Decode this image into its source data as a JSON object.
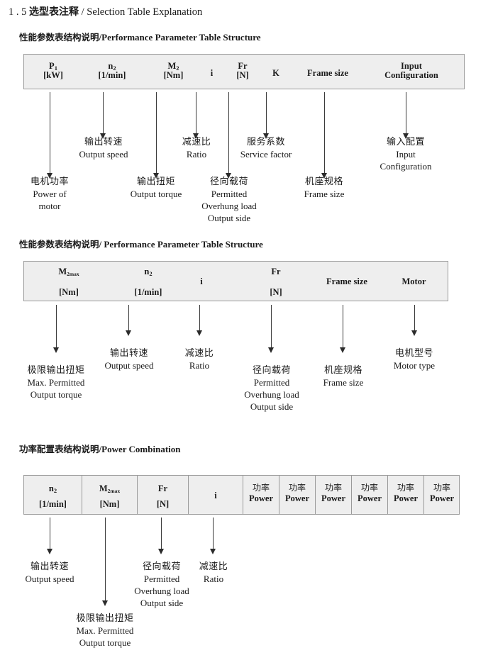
{
  "document": {
    "title_number": "1 . 5",
    "title_cn": "选型表注释",
    "title_sep": "/",
    "title_en": "Selection Table Explanation"
  },
  "sections": [
    {
      "heading_cn": "性能参数表结构说明",
      "heading_sep": "/",
      "heading_en": "Performance Parameter Table Structure",
      "table": {
        "columns": [
          {
            "line1": "P",
            "sub1": "1",
            "line2": "[kW]"
          },
          {
            "line1": "n",
            "sub1": "2",
            "line2": "[1/min]"
          },
          {
            "line1": "M",
            "sub1": "2",
            "line2": "[Nm]"
          },
          {
            "line1": "i",
            "sub1": "",
            "line2": ""
          },
          {
            "line1": "Fr",
            "sub1": "",
            "line2": "[N]"
          },
          {
            "line1": "K",
            "sub1": "",
            "line2": ""
          },
          {
            "line1": "Frame size",
            "sub1": "",
            "line2": ""
          },
          {
            "line1": "Input",
            "sub1": "",
            "line2": "Configuration"
          }
        ]
      },
      "annotations": [
        {
          "cn": "电机功率",
          "en": [
            "Power of",
            "motor"
          ]
        },
        {
          "cn": "输出转速",
          "en": [
            "Output speed"
          ]
        },
        {
          "cn": "输出扭矩",
          "en": [
            "Output torque"
          ]
        },
        {
          "cn": "减速比",
          "en": [
            "Ratio"
          ]
        },
        {
          "cn": "径向载荷",
          "en": [
            "Permitted",
            "Overhung load",
            "Output side"
          ]
        },
        {
          "cn": "服务系数",
          "en": [
            "Service factor"
          ]
        },
        {
          "cn": "机座规格",
          "en": [
            "Frame size"
          ]
        },
        {
          "cn": "输入配置",
          "en": [
            "Input",
            "Configuration"
          ]
        }
      ]
    },
    {
      "heading_cn": "性能参数表结构说明",
      "heading_sep": "/",
      "heading_en": "Performance Parameter Table Structure",
      "table": {
        "columns": [
          {
            "line1": "M",
            "sub1": "2max",
            "line2": "[Nm]"
          },
          {
            "line1": "n",
            "sub1": "2",
            "line2": "[1/min]"
          },
          {
            "line1": "i",
            "sub1": "",
            "line2": ""
          },
          {
            "line1": "Fr",
            "sub1": "",
            "line2": "[N]"
          },
          {
            "line1": "Frame size",
            "sub1": "",
            "line2": ""
          },
          {
            "line1": "Motor",
            "sub1": "",
            "line2": ""
          }
        ]
      },
      "annotations": [
        {
          "cn": "极限输出扭矩",
          "en": [
            "Max. Permitted",
            "Output  torque"
          ]
        },
        {
          "cn": "输出转速",
          "en": [
            "Output speed"
          ]
        },
        {
          "cn": "减速比",
          "en": [
            "Ratio"
          ]
        },
        {
          "cn": "径向载荷",
          "en": [
            "Permitted",
            "Overhung load",
            "Output side"
          ]
        },
        {
          "cn": "机座规格",
          "en": [
            "Frame size"
          ]
        },
        {
          "cn": "电机型号",
          "en": [
            "Motor type"
          ]
        }
      ]
    },
    {
      "heading_cn": "功率配置表结构说明",
      "heading_sep": "/",
      "heading_en": "Power Combination",
      "table": {
        "columns": [
          {
            "line1": "n",
            "sub1": "2",
            "line2": "[1/min]"
          },
          {
            "line1": "M",
            "sub1": "2max",
            "line2": "[Nm]"
          },
          {
            "line1": "Fr",
            "sub1": "",
            "line2": "[N]"
          },
          {
            "line1": "i",
            "sub1": "",
            "line2": ""
          }
        ],
        "power_columns": [
          {
            "cn": "功率",
            "en": "Power"
          },
          {
            "cn": "功率",
            "en": "Power"
          },
          {
            "cn": "功率",
            "en": "Power"
          },
          {
            "cn": "功率",
            "en": "Power"
          },
          {
            "cn": "功率",
            "en": "Power"
          },
          {
            "cn": "功率",
            "en": "Power"
          }
        ]
      },
      "annotations": [
        {
          "cn": "输出转速",
          "en": [
            "Output speed"
          ]
        },
        {
          "cn": "极限输出扭矩",
          "en": [
            "Max. Permitted",
            "Output  torque"
          ]
        },
        {
          "cn": "径向载荷",
          "en": [
            "Permitted",
            "Overhung load",
            "Output side"
          ]
        },
        {
          "cn": "减速比",
          "en": [
            "Ratio"
          ]
        }
      ]
    }
  ],
  "colors": {
    "table_fill": "#eeeeee",
    "table_border": "#9a9a9a",
    "arrow": "#2b2b2b",
    "text": "#1a1a1a"
  }
}
